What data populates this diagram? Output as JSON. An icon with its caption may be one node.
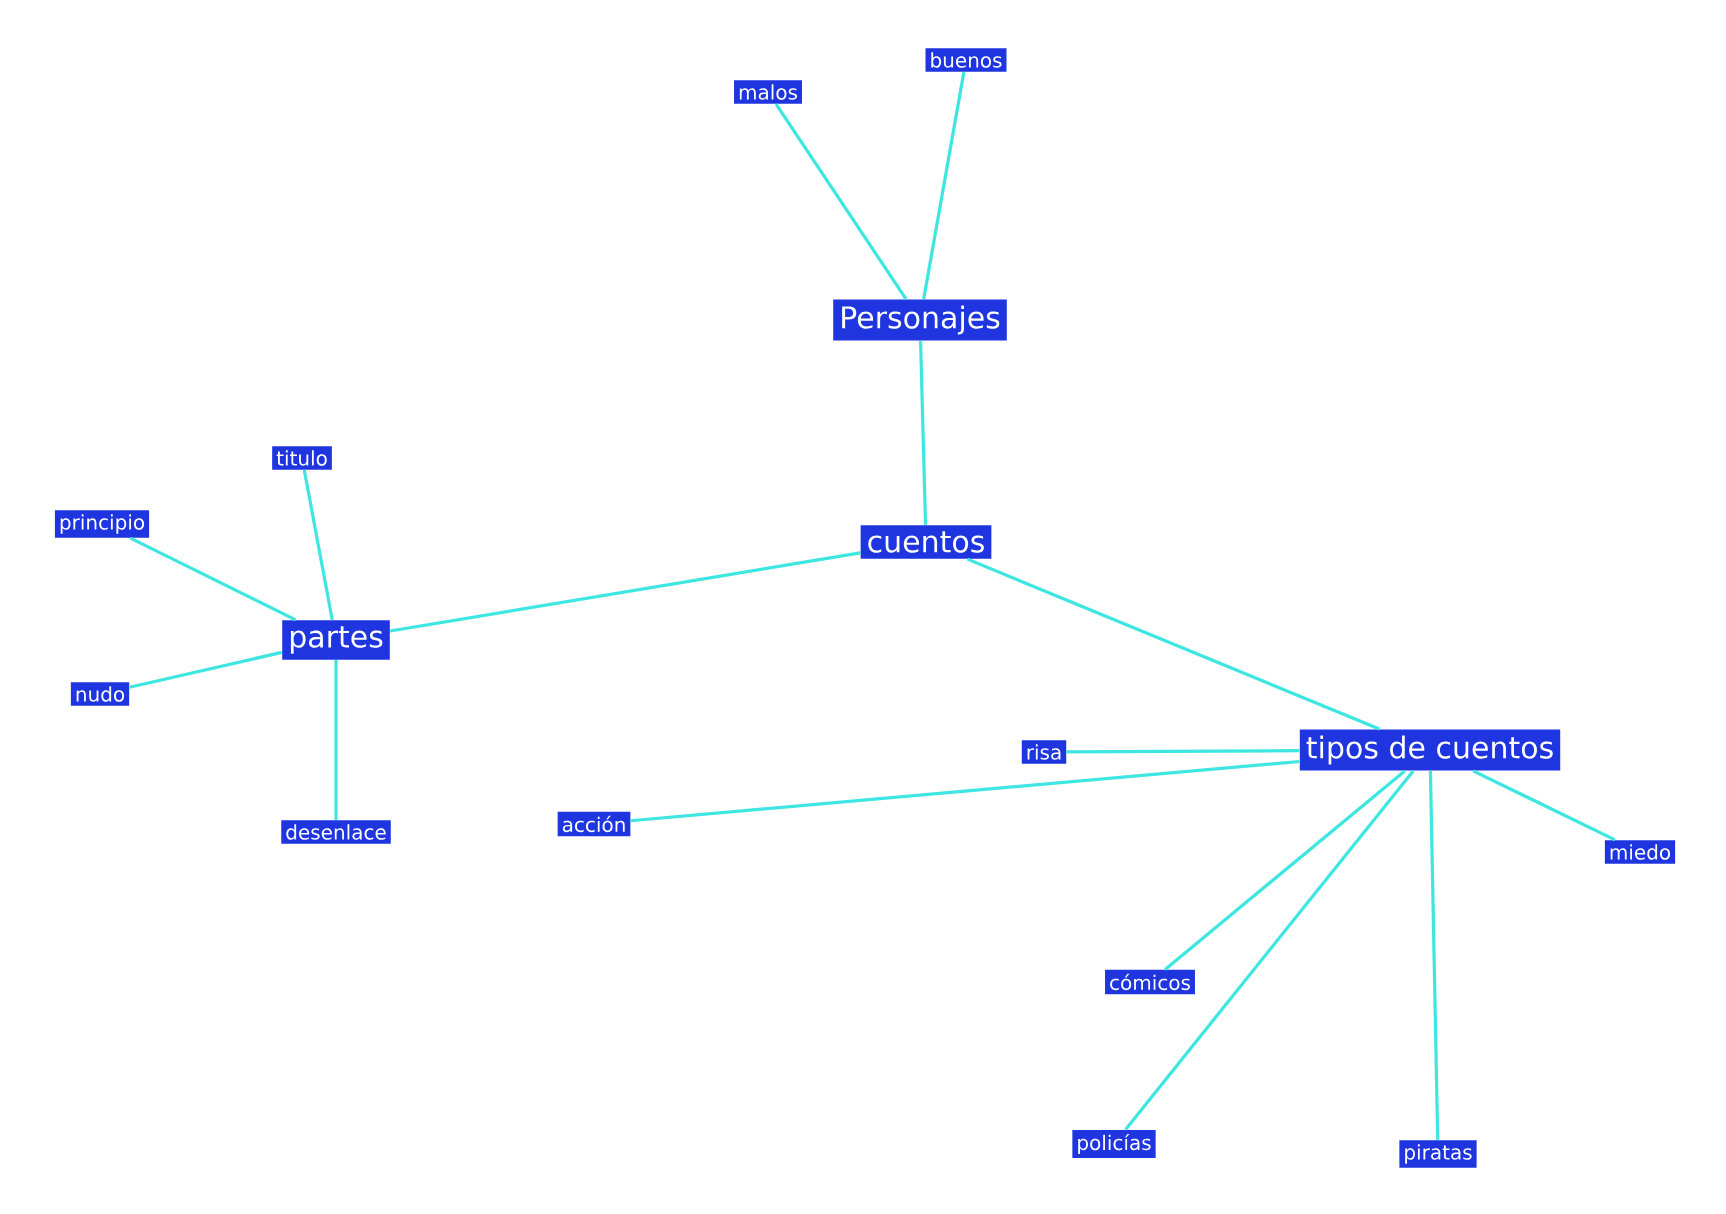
{
  "diagram": {
    "nodes": [
      {
        "text": [
          "cuentos"
        ]
      },
      {
        "text": [
          "Personajes"
        ]
      },
      {
        "text": [
          "malos"
        ]
      },
      {
        "text": [
          "buenos"
        ]
      },
      {
        "text": [
          "partes"
        ]
      },
      {
        "text": [
          "titulo"
        ]
      },
      {
        "text": [
          "principio"
        ]
      },
      {
        "text": [
          "nudo"
        ]
      },
      {
        "text": [
          "desenlace"
        ]
      },
      {
        "text": [
          "tipos de cuentos"
        ]
      },
      {
        "text": [
          "risa"
        ]
      },
      {
        "text": [
          "acción"
        ]
      },
      {
        "text": [
          "miedo"
        ]
      },
      {
        "text": [
          "cómicos"
        ]
      },
      {
        "text": [
          "policías"
        ]
      },
      {
        "text": [
          "piratas"
        ]
      }
    ],
    "edges": [
      {
        "from": 0,
        "to": 1,
        "arrow": "none"
      },
      {
        "from": 1,
        "to": 2,
        "arrow": "none"
      },
      {
        "from": 1,
        "to": 3,
        "arrow": "none"
      },
      {
        "from": 0,
        "to": 4,
        "arrow": "none"
      },
      {
        "from": 4,
        "to": 5,
        "arrow": "none"
      },
      {
        "from": 4,
        "to": 6,
        "arrow": "none"
      },
      {
        "from": 4,
        "to": 7,
        "arrow": "none"
      },
      {
        "from": 4,
        "to": 8,
        "arrow": "none"
      },
      {
        "from": 0,
        "to": 9,
        "arrow": "none"
      },
      {
        "from": 9,
        "to": 10,
        "arrow": "none"
      },
      {
        "from": 9,
        "to": 11,
        "arrow": "none"
      },
      {
        "from": 9,
        "to": 12,
        "arrow": "none"
      },
      {
        "from": 9,
        "to": 13,
        "arrow": "none"
      },
      {
        "from": 9,
        "to": 14,
        "arrow": "none"
      },
      {
        "from": 9,
        "to": 15,
        "arrow": "none"
      }
    ]
  }
}
